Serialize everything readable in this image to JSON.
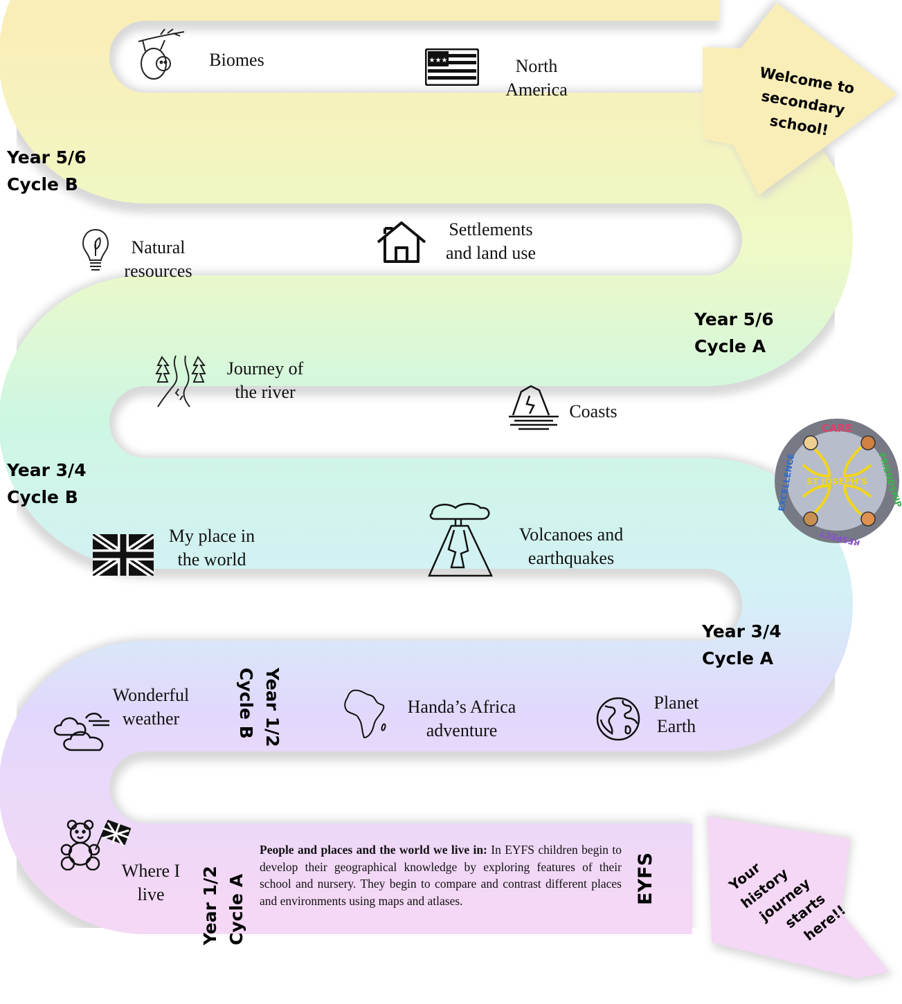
{
  "topics": {
    "biomes": "Biomes",
    "north_america": [
      "North",
      "America"
    ],
    "natural_resources": [
      "Natural",
      "resources"
    ],
    "settlements": [
      "Settlements",
      "and land use"
    ],
    "journey_river": [
      "Journey of",
      "the river"
    ],
    "coasts": "Coasts",
    "my_place": [
      "My place in",
      "the world"
    ],
    "volcanoes": [
      "Volcanoes and",
      "earthquakes"
    ],
    "wonderful_weather": [
      "Wonderful",
      "weather"
    ],
    "handas_africa": [
      "Handa’s Africa",
      "adventure"
    ],
    "planet_earth": [
      "Planet",
      "Earth"
    ],
    "where_i_live": [
      "Where I",
      "live"
    ]
  },
  "year_labels": {
    "y56b": [
      "Year 5/6",
      "Cycle B"
    ],
    "y56a": [
      "Year 5/6",
      "Cycle A"
    ],
    "y34b": [
      "Year 3/4",
      "Cycle B"
    ],
    "y34a": [
      "Year 3/4",
      "Cycle A"
    ],
    "y12b": [
      "Year 1/2",
      "Cycle B"
    ],
    "y12a": [
      "Year 1/2",
      "Cycle A"
    ],
    "eyfs": "EYFS"
  },
  "arrows": {
    "end": [
      "Welcome to",
      "secondary",
      "school!"
    ],
    "start": [
      "Your",
      "history",
      "journey",
      "starts",
      "here!!"
    ]
  },
  "eyfs_paragraph": {
    "heading": "People and places and the world we live in:",
    "body": " In EYFS children begin to develop their geographical knowledge by exploring features of their school and nursery. They begin to compare and contrast different places and environments using maps and atlases."
  },
  "badge": {
    "center": "ST JOSEPH’S",
    "values": [
      "CARE",
      "FRIENDSHIP",
      "RESPECT",
      "EXCELLENCE"
    ]
  },
  "colors": {
    "top": "#faeeb8",
    "upper_mid": "#eff9c6",
    "mid": "#cef7e2",
    "lower_mid": "#d3f1f6",
    "lower": "#e2d8fc",
    "bottom": "#f5d8f5",
    "badge_ring": "#777a84",
    "badge_fill": "#b8bdcc",
    "badge_cross": "#f1d61a"
  }
}
